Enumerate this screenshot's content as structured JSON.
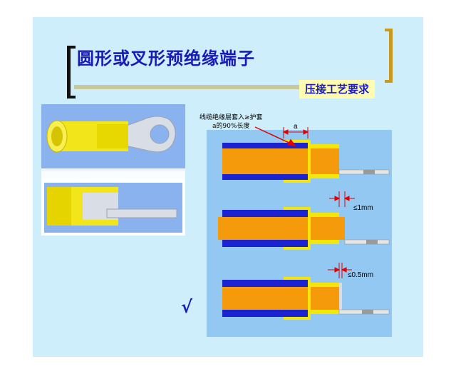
{
  "slide": {
    "title": "圆形或叉形预绝缘端子",
    "badge": "压接工艺要求"
  },
  "diagram": {
    "annotation_line1": "线缆绝缘层套入≥护套",
    "annotation_line2": "a的90%长度",
    "dim_a": "a",
    "dim_1mm": "≤1mm",
    "dim_05mm": "≤0.5mm",
    "checkmark": "√"
  },
  "colors": {
    "background": "#cdeefa",
    "panel": "#92c8f2",
    "conductor": "#f59a0a",
    "insulation": "#1a22d2",
    "sleeve": "#f5e60a",
    "title": "#1a1ab8",
    "arrow": "#e00000"
  }
}
